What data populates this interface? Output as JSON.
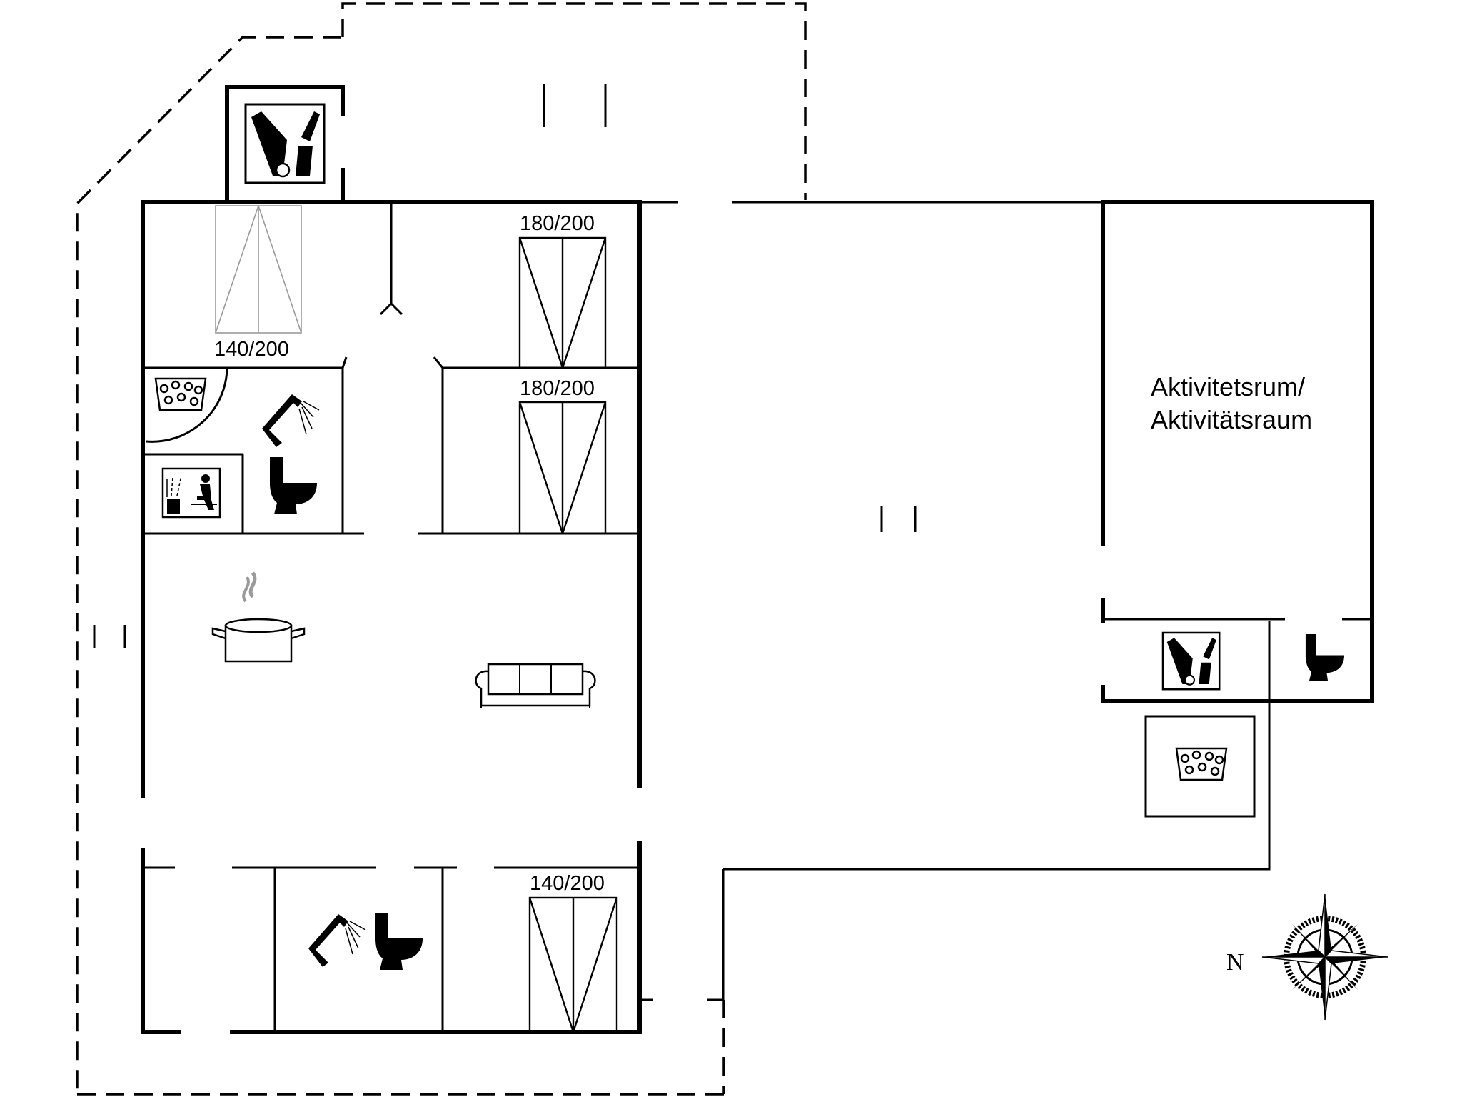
{
  "labels": {
    "bed_top_left": "140/200",
    "bed_top_right_1": "180/200",
    "bed_top_right_2": "180/200",
    "bed_bottom": "140/200",
    "activity_room_line1": "Aktivitetsrum/",
    "activity_room_line2": "Aktivitätsraum",
    "compass_north": "N"
  },
  "icons": {
    "washing_machine": "washing-machine-icon",
    "hot_tub": "spa-bath-icon",
    "shower": "shower-icon",
    "toilet": "toilet-icon",
    "sauna": "sauna-icon",
    "kitchen": "cooking-pot-icon",
    "sofa": "sofa-icon",
    "compass": "compass-rose-icon"
  }
}
